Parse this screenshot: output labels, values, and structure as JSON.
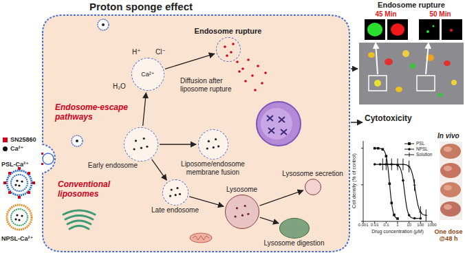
{
  "diagram": {
    "title": "Proton sponge effect",
    "nodes": [
      {
        "text": [
          "Ca²⁺"
        ]
      },
      {
        "text": [
          "Endosome rupture"
        ]
      },
      {
        "text": [
          "Early endosome"
        ]
      },
      {
        "text": [
          "Liposome/endosome membrane fusion"
        ]
      },
      {
        "text": [
          "Late endosome"
        ]
      },
      {
        "text": [
          "Lysosome"
        ]
      },
      {
        "text": [
          "Lysosome secretion"
        ]
      },
      {
        "text": [
          "Lysosome digestion"
        ]
      }
    ],
    "edges": [
      {
        "from": 2,
        "to": 0,
        "arrow": "to"
      },
      {
        "from": 0,
        "to": 1,
        "arrow": "to"
      },
      {
        "from": 2,
        "to": 3,
        "arrow": "to"
      },
      {
        "from": 2,
        "to": 4,
        "arrow": "to"
      },
      {
        "from": 4,
        "to": 5,
        "arrow": "to"
      },
      {
        "from": 5,
        "to": 6,
        "arrow": "to"
      },
      {
        "from": 5,
        "to": 7,
        "arrow": "to"
      }
    ],
    "labels": [
      "Endosome-escape pathways",
      "H⁺",
      "Cl⁻",
      "H₂O",
      "Diffusion after liposome rupture",
      "Conventional liposomes",
      "PSL-Ca²⁺",
      "NPSL-Ca²⁺",
      "Endosome rupture",
      "45 Min",
      "50 Min",
      "Cytotoxicity",
      "In vivo",
      "One dose @48 h",
      "Cell density (% of control)",
      "Drug concentration (μM)",
      "0.001",
      "0.01",
      "0.1",
      "1",
      "10",
      "100",
      "1000"
    ],
    "legend": [
      {
        "text": "SN25860",
        "color": "#d0021b"
      },
      {
        "text": "Ca²⁺",
        "color": "#111111"
      },
      {
        "text": "PSL"
      },
      {
        "text": "NPSL"
      },
      {
        "text": "Solution"
      }
    ]
  }
}
